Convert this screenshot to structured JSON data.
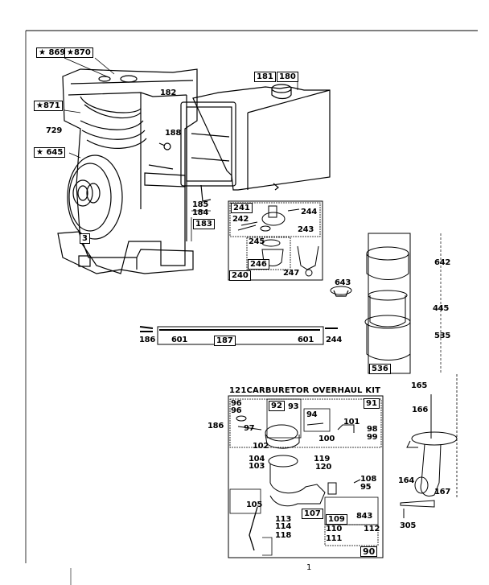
{
  "diagram": {
    "type": "exploded-parts-diagram",
    "subject": "engine cylinder block, fuel tank, air cleaner, carburetor",
    "callouts": {
      "star_869": "869",
      "star_870": "870",
      "star_871": "871",
      "star_645": "645",
      "p729": "729",
      "p182": "182",
      "p188": "188",
      "p181": "181",
      "p180": "180",
      "p185": "185",
      "p184": "184",
      "p183": "183",
      "p3": "3",
      "p241": "241",
      "p242": "242",
      "p244a": "244",
      "p243": "243",
      "p245": "245",
      "p246": "246",
      "p247": "247",
      "p240": "240",
      "p643": "643",
      "p642": "642",
      "p445": "445",
      "p535": "535",
      "p536": "536",
      "p186a": "186",
      "p601a": "601",
      "p187": "187",
      "p601b": "601",
      "p244b": "244",
      "p186b": "186",
      "p96a": "96",
      "p96b": "96",
      "p92": "92",
      "p93": "93",
      "p91": "91",
      "p94": "94",
      "p97": "97",
      "p101": "101",
      "p98": "98",
      "p99": "99",
      "p100": "100",
      "p102": "102",
      "p104": "104",
      "p103": "103",
      "p119": "119",
      "p120": "120",
      "p108": "108",
      "p95": "95",
      "p105": "105",
      "p107": "107",
      "p109": "109",
      "p843": "843",
      "p113": "113",
      "p114": "114",
      "p118": "118",
      "p110": "110",
      "p112": "112",
      "p111": "111",
      "p90": "90",
      "p165": "165",
      "p166": "166",
      "p164": "164",
      "p167": "167",
      "p305": "305"
    },
    "kit_title": "121CARBURETOR OVERHAUL KIT",
    "page_mark": "1"
  }
}
